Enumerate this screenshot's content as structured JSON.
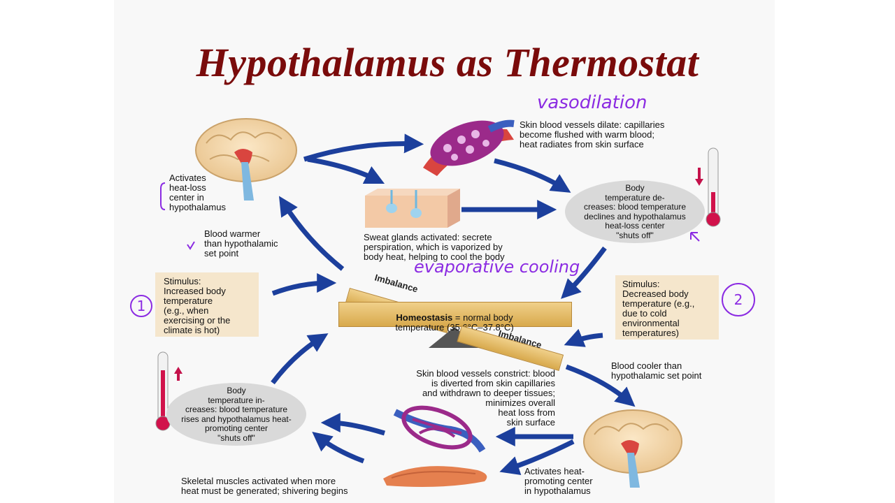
{
  "title": "Hypothalamus as Thermostat",
  "colors": {
    "title": "#7a0b0b",
    "arrow": "#1c3f9c",
    "annotation": "#8b2be2",
    "box": "#f5e6cc"
  },
  "top_right": {
    "text": "Skin blood vessels dilate: capillaries\nbecome flushed with warm blood;\nheat radiates from skin surface",
    "annotation": "vasodilation"
  },
  "brain_top": {
    "text": "Activates\nheat-loss\ncenter in\nhypothalamus"
  },
  "sweat": {
    "text": "Sweat glands activated: secrete\nperspiration, which is vaporized by\nbody heat, helping to cool the body",
    "annotation": "evaporative cooling"
  },
  "ellipse_top": {
    "text": "Body\ntemperature de-\ncreases: blood temperature\ndeclines and hypothalamus\nheat-loss center\n\"shuts off\""
  },
  "blood_warmer": {
    "text": "Blood warmer\nthan hypothalamic\nset point"
  },
  "stimulus_left": {
    "number": "1",
    "text": "Stimulus:\nIncreased body\ntemperature\n(e.g., when\nexercising or the\nclimate is hot)"
  },
  "stimulus_right": {
    "number": "2",
    "text": "Stimulus:\nDecreased body\ntemperature (e.g.,\ndue to cold\nenvironmental\ntemperatures)"
  },
  "balance": {
    "imbalance_top": "Imbalance",
    "homeostasis_bold": "Homeostasis",
    "homeostasis_rest": " = normal body",
    "homeostasis_line2": "temperature (35.6°C–37.8°C)",
    "imbalance_bottom": "Imbalance"
  },
  "blood_cooler": {
    "text": "Blood cooler than\nhypothalamic set point"
  },
  "constrict": {
    "text": "Skin blood vessels constrict: blood\nis diverted from skin capillaries\nand withdrawn to deeper tissues;\nminimizes overall\nheat loss from\nskin surface"
  },
  "ellipse_bottom": {
    "text": "Body\ntemperature in-\ncreases: blood temperature\nrises and hypothalamus heat-\npromoting center\n\"shuts off\""
  },
  "muscles": {
    "text": "Skeletal muscles activated when more\nheat must be generated; shivering begins"
  },
  "brain_bottom": {
    "text": "Activates heat-\npromoting center\nin hypothalamus"
  }
}
